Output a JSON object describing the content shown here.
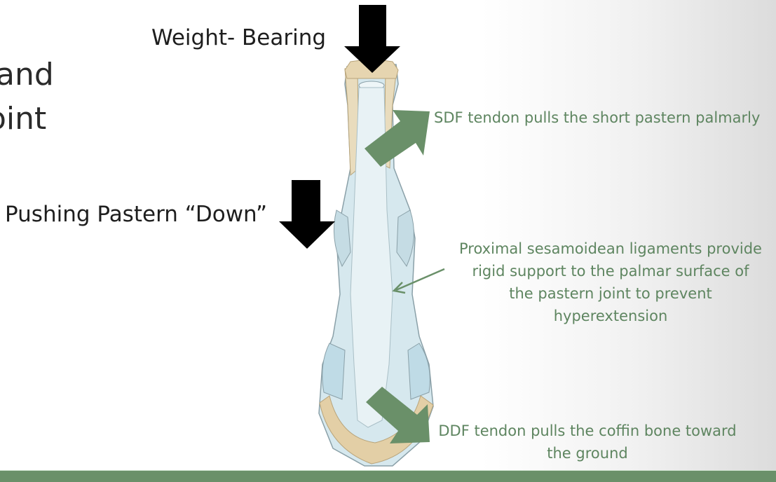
{
  "slide": {
    "title_fragments": [
      "and",
      "oint"
    ],
    "labels": {
      "weight_bearing": "Weight- Bearing",
      "pushing_pastern": "Pushing Pastern “Down”",
      "sdf": "SDF tendon pulls the short pastern palmarly",
      "proximal_lines": [
        "Proximal sesamoidean ligaments provide",
        "rigid support to the palmar surface of",
        "the pastern joint to prevent",
        "hyperextension"
      ],
      "ddf_lines": [
        "DDF tendon pulls the coffin bone toward",
        "the ground"
      ]
    },
    "icons": {
      "weight_arrow": "black-down-arrow",
      "pastern_arrow": "black-down-arrow",
      "sdf_arrow": "green-up-right-arrow",
      "ddf_arrow": "green-down-right-arrow",
      "ligament_pointer": "green-thin-arrow"
    },
    "colors": {
      "accent_green": "#6a9069",
      "label_green": "#5e8560",
      "bone": "#e6d5b0",
      "tendon_blue": "#cfe3ea",
      "text_dark": "#1e1e1e"
    }
  }
}
